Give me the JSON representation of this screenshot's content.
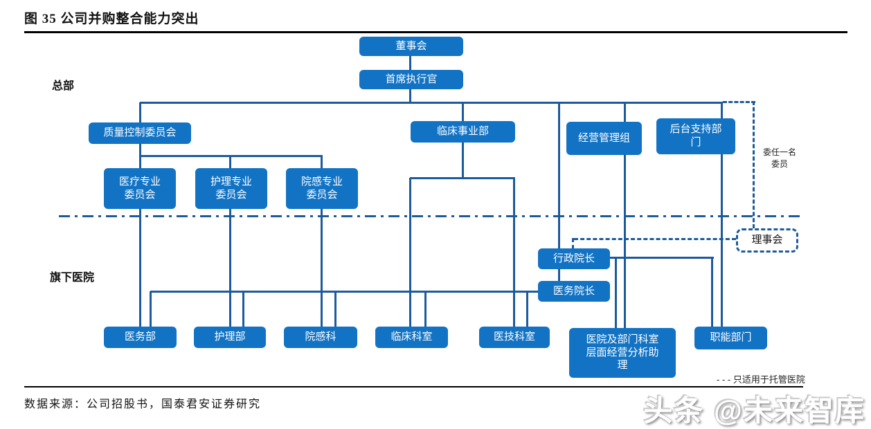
{
  "title": "图 35 公司并购整合能力突出",
  "section_labels": {
    "hq": "总部",
    "hospitals": "旗下医院"
  },
  "nodes": {
    "board": {
      "label": "董事会"
    },
    "ceo": {
      "label": "首席执行官"
    },
    "quality_committee": {
      "label": "质量控制委员会"
    },
    "clinical_division": {
      "label": "临床事业部"
    },
    "operations_group": {
      "label": "经营管理组"
    },
    "back_office": {
      "label": "后台支持部\n门"
    },
    "medical_committee": {
      "label": "医疗专业\n委员会"
    },
    "nursing_committee": {
      "label": "护理专业\n委员会"
    },
    "infection_committee": {
      "label": "院感专业\n委员会"
    },
    "admin_dean": {
      "label": "行政院长"
    },
    "medical_dean": {
      "label": "医务院长"
    },
    "council": {
      "label": "理事会"
    },
    "medical_dept": {
      "label": "医务部"
    },
    "nursing_dept": {
      "label": "护理部"
    },
    "infection_dept": {
      "label": "院感科"
    },
    "clinical_depts": {
      "label": "临床科室"
    },
    "medtech_depts": {
      "label": "医技科室"
    },
    "analysis_assistant": {
      "label": "医院及部门科室\n层面经营分析助\n理"
    },
    "functional_depts": {
      "label": "职能部门"
    }
  },
  "annotations": {
    "appoint_member": "委任一名\n委员",
    "legend": "- - - 只适用于托管医院"
  },
  "source": "数据来源：公司招股书，国泰君安证券研究",
  "watermark": "头条 @未来智库",
  "colors": {
    "node_fill": "#1273c4",
    "line": "#1d5a9b",
    "text_dark": "#111111"
  }
}
